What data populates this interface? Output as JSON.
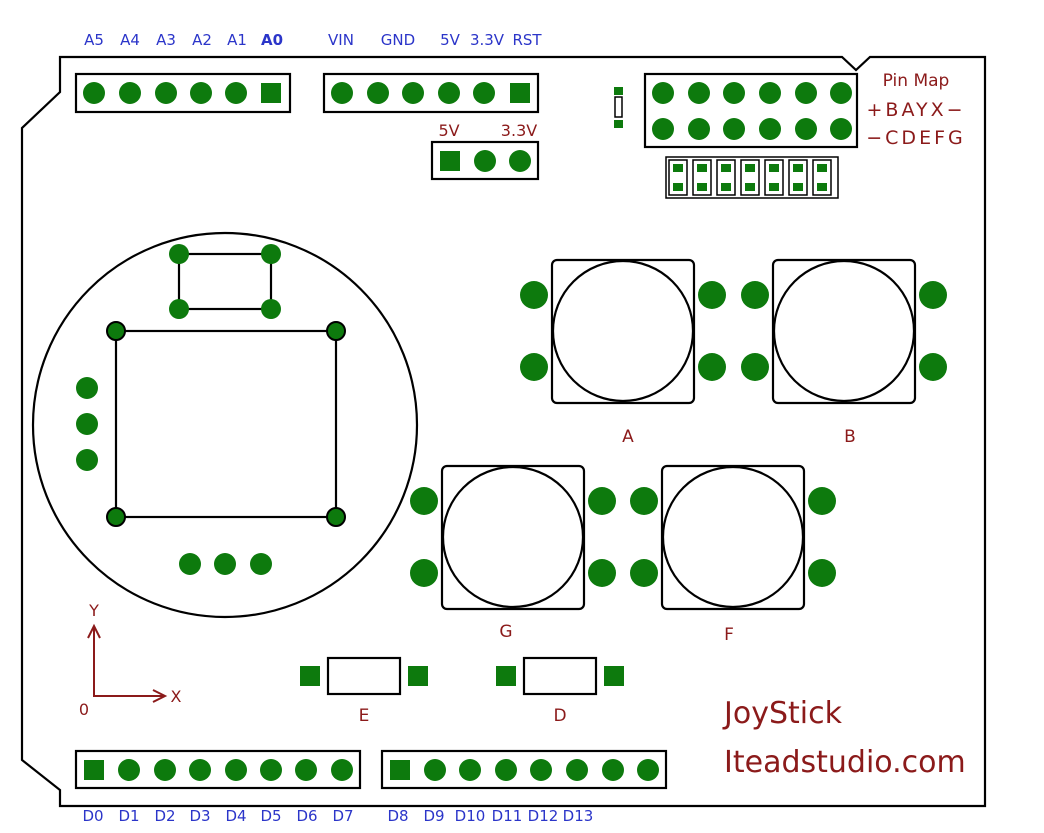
{
  "analog_header": {
    "labels": [
      "A5",
      "A4",
      "A3",
      "A2",
      "A1",
      "A0"
    ]
  },
  "power_header": {
    "labels": [
      "VIN",
      "GND",
      "5V",
      "3.3V",
      "RST"
    ]
  },
  "voltage_selector": {
    "label_5v": "5V",
    "label_33v": "3.3V"
  },
  "pin_map": {
    "title": "Pin Map",
    "row1": "+BAYX−",
    "row2": "−CDEFG"
  },
  "buttons": {
    "a": "A",
    "b": "B",
    "g": "G",
    "f": "F",
    "e": "E",
    "d": "D"
  },
  "axes": {
    "y": "Y",
    "x": "X",
    "origin": "0"
  },
  "brand": {
    "line1": "JoyStick",
    "line2": "Iteadstudio.com"
  },
  "digital_header_low": {
    "labels": [
      "D0",
      "D1",
      "D2",
      "D3",
      "D4",
      "D5",
      "D6",
      "D7"
    ]
  },
  "digital_header_high": {
    "labels": [
      "D8",
      "D9",
      "D10",
      "D11",
      "D12",
      "D13"
    ]
  },
  "colors": {
    "pad": "#0d7a0d",
    "silkscreen_label": "#8b1a1a",
    "pin_label": "#2b35c9"
  }
}
